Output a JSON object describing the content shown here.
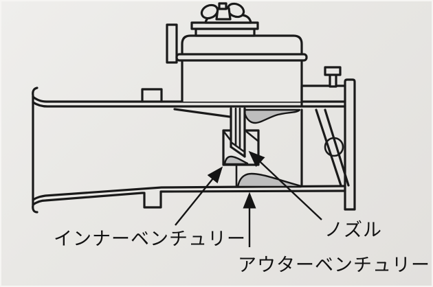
{
  "diagram": {
    "subject": "carburetor venturi cross-section",
    "labels": {
      "inner_venturi": "インナーベンチュリー",
      "nozzle": "ノズル",
      "outer_venturi": "アウターベンチュリー"
    },
    "colors": {
      "background": "#e9e8e5",
      "line": "#1a1a1a",
      "shade_fill": "#bdbdbd",
      "text": "#121212"
    }
  }
}
